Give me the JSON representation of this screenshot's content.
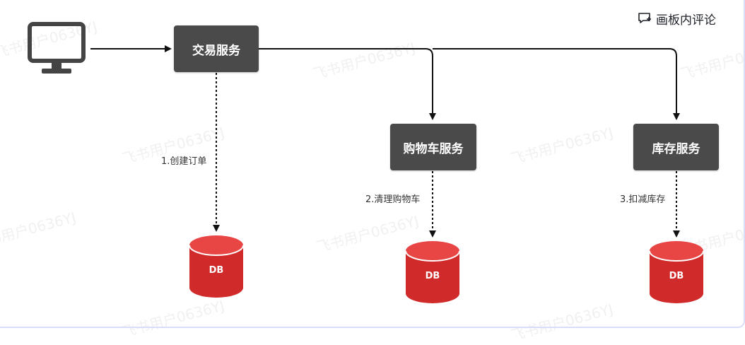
{
  "toolbar": {
    "comment_label": "画板内评论",
    "comment_icon": "comment-add-icon"
  },
  "client": {
    "icon": "monitor-icon"
  },
  "services": {
    "trade": "交易服务",
    "cart": "购物车服务",
    "inventory": "库存服务"
  },
  "steps": {
    "create_order": "1.创建订单",
    "clear_cart": "2.清理购物车",
    "deduct_stock": "3.扣减库存"
  },
  "databases": {
    "db1": "DB",
    "db2": "DB",
    "db3": "DB"
  },
  "watermark": "飞书用户0636YJ",
  "colors": {
    "service_bg": "#4a4a4a",
    "db_red": "#d12a2a",
    "db_top": "#e84545",
    "arrow": "#111111"
  }
}
